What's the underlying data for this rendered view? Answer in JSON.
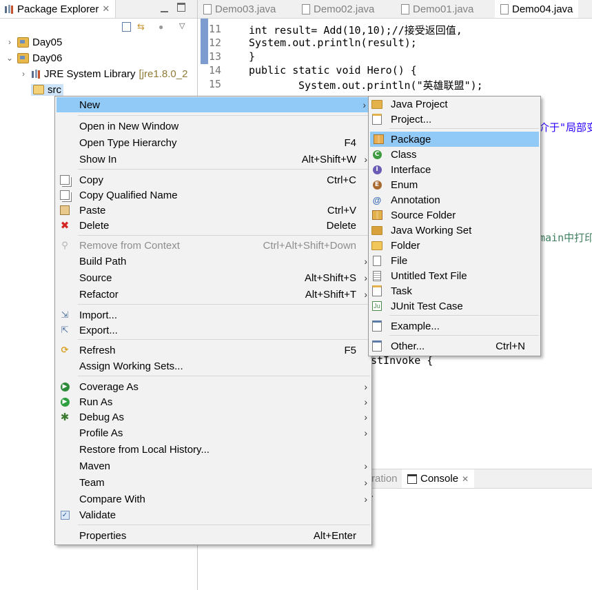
{
  "package_explorer": {
    "tab_title": "Package Explorer",
    "tree": [
      {
        "label": "Day05",
        "expanded": false
      },
      {
        "label": "Day06",
        "expanded": true
      },
      {
        "label": "JRE System Library",
        "decoration": "[jre1.8.0_2"
      },
      {
        "label": "src"
      }
    ]
  },
  "editor": {
    "tabs": [
      {
        "label": "Demo03.java",
        "active": false
      },
      {
        "label": "Demo02.java",
        "active": false
      },
      {
        "label": "Demo01.java",
        "active": false
      },
      {
        "label": "Demo04.java",
        "active": true
      }
    ],
    "lines": [
      {
        "num": "11",
        "code": "int result= Add(10,10);//接受返回值,"
      },
      {
        "num": "12",
        "code": "System.out.println(result);"
      },
      {
        "num": "13",
        "code": "}"
      },
      {
        "num": "14",
        "code": "public static void Hero() {"
      },
      {
        "num": "15",
        "code": "System.out.println(\"英雄联盟\");"
      }
    ],
    "visible_fragments": {
      "frag1": "介于\"局部变",
      "frag2": "main中打印",
      "frag3": "stInvoke {"
    }
  },
  "console": {
    "partial_tab": "ration",
    "tab": "Console",
    "partial_text": "."
  },
  "context_menu": {
    "items": [
      {
        "label": "New",
        "submenu": true,
        "highlighted": true
      },
      {
        "label": "Open in New Window"
      },
      {
        "label": "Open Type Hierarchy",
        "shortcut": "F4"
      },
      {
        "label": "Show In",
        "shortcut": "Alt+Shift+W",
        "submenu": true
      },
      {
        "label": "Copy",
        "shortcut": "Ctrl+C",
        "icon": "copy-icon"
      },
      {
        "label": "Copy Qualified Name",
        "icon": "copy-qualified-icon"
      },
      {
        "label": "Paste",
        "shortcut": "Ctrl+V",
        "icon": "paste-icon"
      },
      {
        "label": "Delete",
        "shortcut": "Delete",
        "icon": "delete-icon"
      },
      {
        "label": "Remove from Context",
        "shortcut": "Ctrl+Alt+Shift+Down",
        "disabled": true,
        "icon": "remove-context-icon"
      },
      {
        "label": "Build Path",
        "submenu": true
      },
      {
        "label": "Source",
        "shortcut": "Alt+Shift+S",
        "submenu": true
      },
      {
        "label": "Refactor",
        "shortcut": "Alt+Shift+T",
        "submenu": true
      },
      {
        "label": "Import...",
        "icon": "import-icon"
      },
      {
        "label": "Export...",
        "icon": "export-icon"
      },
      {
        "label": "Refresh",
        "shortcut": "F5",
        "icon": "refresh-icon"
      },
      {
        "label": "Assign Working Sets..."
      },
      {
        "label": "Coverage As",
        "submenu": true,
        "icon": "coverage-icon"
      },
      {
        "label": "Run As",
        "submenu": true,
        "icon": "run-icon"
      },
      {
        "label": "Debug As",
        "submenu": true,
        "icon": "debug-icon"
      },
      {
        "label": "Profile As",
        "submenu": true
      },
      {
        "label": "Restore from Local History..."
      },
      {
        "label": "Maven",
        "submenu": true
      },
      {
        "label": "Team",
        "submenu": true
      },
      {
        "label": "Compare With",
        "submenu": true
      },
      {
        "label": "Validate",
        "icon": "validate-checkbox-icon"
      },
      {
        "label": "Properties",
        "shortcut": "Alt+Enter"
      }
    ]
  },
  "new_submenu": {
    "items": [
      {
        "label": "Java Project"
      },
      {
        "label": "Project..."
      },
      {
        "label": "Package",
        "highlighted": true
      },
      {
        "label": "Class"
      },
      {
        "label": "Interface"
      },
      {
        "label": "Enum"
      },
      {
        "label": "Annotation"
      },
      {
        "label": "Source Folder"
      },
      {
        "label": "Java Working Set"
      },
      {
        "label": "Folder"
      },
      {
        "label": "File"
      },
      {
        "label": "Untitled Text File"
      },
      {
        "label": "Task"
      },
      {
        "label": "JUnit Test Case"
      },
      {
        "label": "Example..."
      },
      {
        "label": "Other...",
        "shortcut": "Ctrl+N"
      }
    ]
  },
  "colors": {
    "highlight": "#91c9f7",
    "menu_bg": "#f2f2f2",
    "keyword": "#7f0055",
    "string": "#2a00ff",
    "comment": "#3f7f5f"
  }
}
